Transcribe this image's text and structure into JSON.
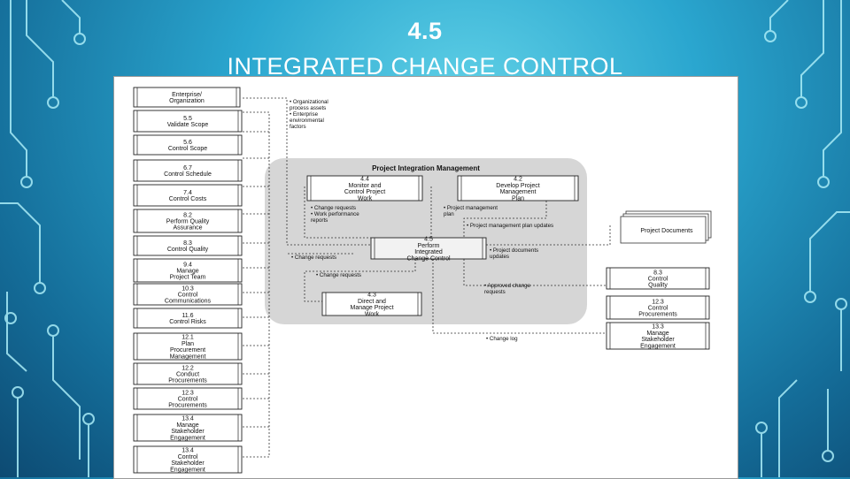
{
  "slide": {
    "number": "4.5",
    "title": "INTEGRATED CHANGE CONTROL"
  },
  "diagram": {
    "group_title": "Project Integration Management",
    "center": {
      "lines": [
        "4.5",
        "Perform",
        "Integrated",
        "Change Control"
      ]
    },
    "top_left": {
      "lines": [
        "Enterprise/",
        "Organization"
      ]
    },
    "left_processes": [
      {
        "lines": [
          "5.5",
          "Validate Scope"
        ]
      },
      {
        "lines": [
          "5.6",
          "Control Scope"
        ]
      },
      {
        "lines": [
          "6.7",
          "Control Schedule"
        ]
      },
      {
        "lines": [
          "7.4",
          "Control Costs"
        ]
      },
      {
        "lines": [
          "8.2",
          "Perform Quality",
          "Assurance"
        ]
      },
      {
        "lines": [
          "8.3",
          "Control Quality"
        ]
      },
      {
        "lines": [
          "9.4",
          "Manage",
          "Project Team"
        ]
      },
      {
        "lines": [
          "10.3",
          "Control",
          "Communications"
        ]
      },
      {
        "lines": [
          "11.6",
          "Control Risks"
        ]
      },
      {
        "lines": [
          "12.1",
          "Plan",
          "Procurement",
          "Management"
        ]
      },
      {
        "lines": [
          "12.2",
          "Conduct",
          "Procurements"
        ]
      },
      {
        "lines": [
          "12.3",
          "Control",
          "Procurements"
        ]
      },
      {
        "lines": [
          "13.4",
          "Manage",
          "Stakeholder",
          "Engagement"
        ]
      },
      {
        "lines": [
          "13.4",
          "Control",
          "Stakeholder",
          "Engagement"
        ]
      }
    ],
    "monitor": {
      "lines": [
        "4.4",
        "Monitor and",
        "Control Project",
        "Work"
      ]
    },
    "develop": {
      "lines": [
        "4.2",
        "Develop Project",
        "Management",
        "Plan"
      ]
    },
    "direct": {
      "lines": [
        "4.3",
        "Direct and",
        "Manage Project",
        "Work"
      ]
    },
    "project_documents": "Project Documents",
    "right_processes": [
      {
        "lines": [
          "8.3",
          "Control",
          "Quality"
        ]
      },
      {
        "lines": [
          "12.3",
          "Control",
          "Procurements"
        ]
      },
      {
        "lines": [
          "13.3",
          "Manage",
          "Stakeholder",
          "Engagement"
        ]
      }
    ],
    "labels": {
      "eef": [
        "• Organizational",
        "  process assets",
        "• Enterprise",
        "  environmental",
        "  factors"
      ],
      "monitor_out": [
        "• Change requests",
        "• Work performance",
        "  reports"
      ],
      "plan_in": [
        "• Project management",
        "  plan"
      ],
      "plan_updates": "• Project management plan updates",
      "change_requests_left": "• Change requests",
      "doc_updates": [
        "• Project documents",
        "  updates"
      ],
      "change_requests_direct": "• Change requests",
      "approved_change": [
        "• Approved change",
        "  requests"
      ],
      "change_log": "• Change log"
    }
  }
}
